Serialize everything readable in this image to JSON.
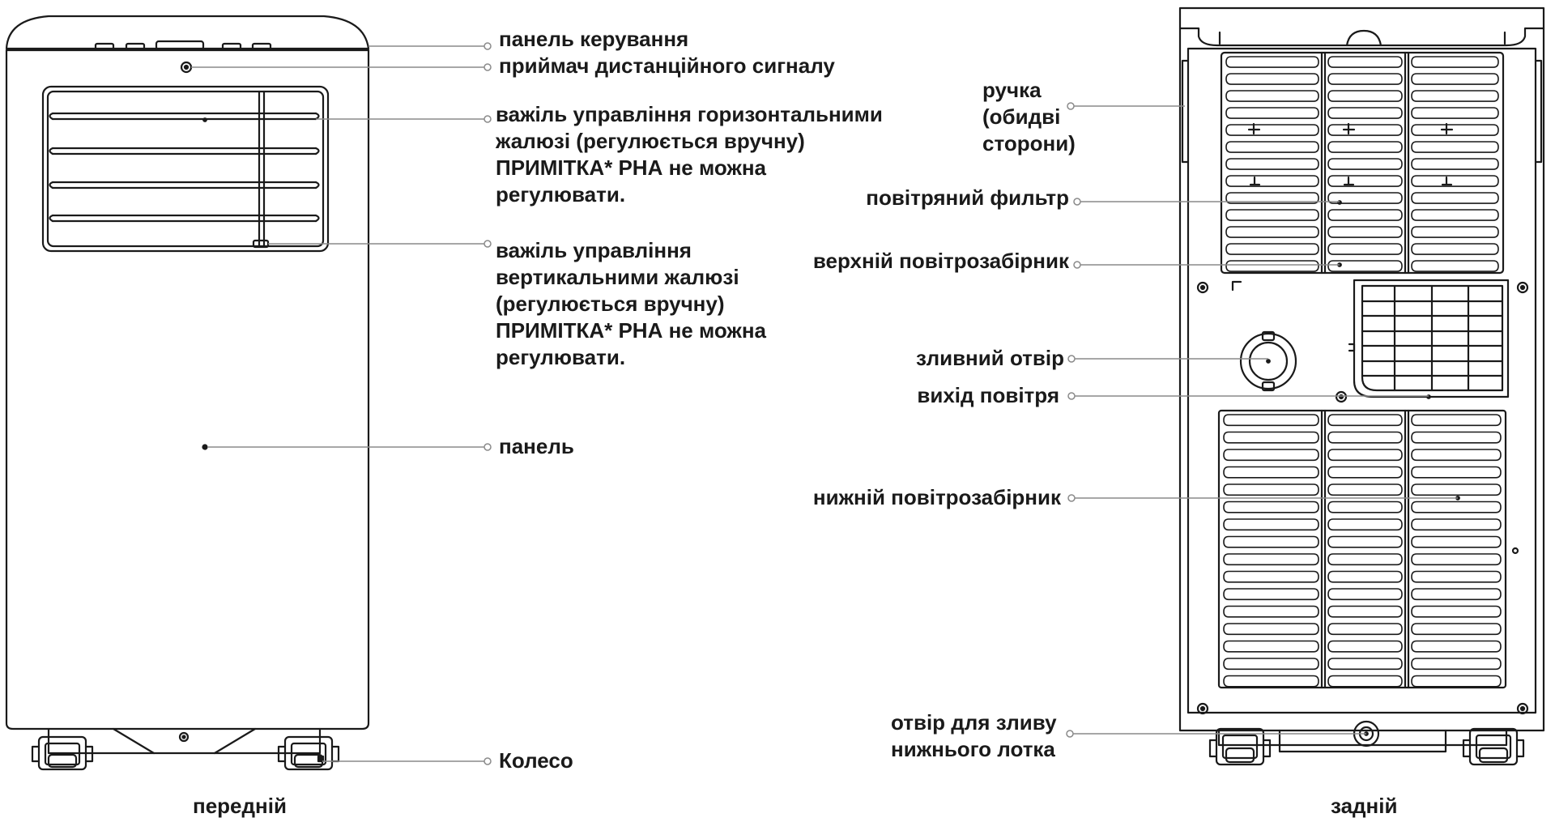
{
  "front": {
    "caption": "передній",
    "labels": {
      "control_panel": "панель керування",
      "remote_receiver": "приймач дистанційного сигналу",
      "horizontal_louver": [
        "важіль управління горизонтальними",
        "жалюзі (регулюється вручну)",
        "ПРИМІТКА* РНА не можна",
        "регулювати."
      ],
      "vertical_louver": [
        "важіль управління",
        "вертикальними жалюзі",
        "(регулюється вручну)",
        "ПРИМІТКА* РНА не можна",
        "регулювати."
      ],
      "panel": "панель",
      "wheel": "Колесо"
    }
  },
  "back": {
    "caption": "задній",
    "labels": {
      "handle": [
        "ручка",
        "(обидві",
        "сторони)"
      ],
      "air_filter": "повітряний фильтр",
      "upper_intake": "верхній повітрозабірник",
      "drain_hole": "зливний отвір",
      "air_outlet": "вихід повітря",
      "lower_intake": "нижній повітрозабірник",
      "bottom_tray_drain": [
        "отвір для зливу",
        "нижнього лотка"
      ]
    }
  },
  "colors": {
    "line": "#1a1a1a",
    "leader": "#8a8a8a",
    "background": "#ffffff"
  }
}
